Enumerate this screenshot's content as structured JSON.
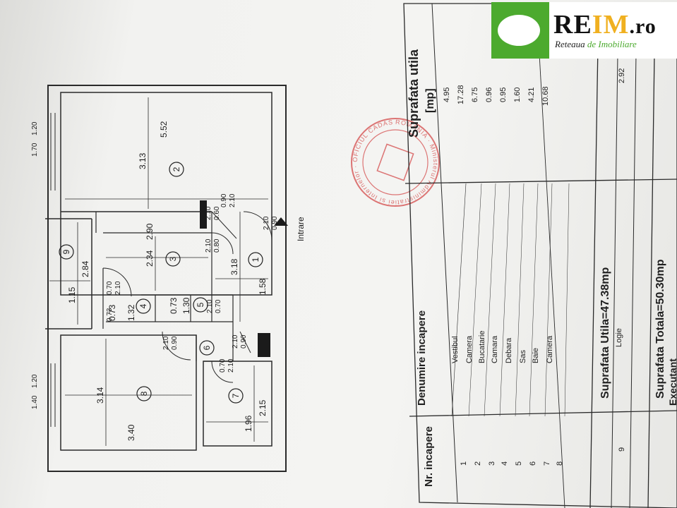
{
  "logo": {
    "brand_re": "RE",
    "brand_im": "IM",
    "brand_tld": ".ro",
    "tagline_1": "Reteaua ",
    "tagline_2": "de ",
    "tagline_3": "Imobiliare",
    "color_green": "#4caa2e",
    "color_gold": "#f0b020"
  },
  "plan": {
    "entrance_label": "Intrare",
    "rooms": [
      "1",
      "2",
      "3",
      "4",
      "5",
      "6",
      "7",
      "8",
      "9"
    ],
    "dims": {
      "r2_w": "5.52",
      "r2_d": "3.13",
      "r3_w": "2.90",
      "r3_d": "2.34",
      "r1_w": "3.18",
      "r1_d": "1.58",
      "r9_w": "2.84",
      "r9_d": "1.15",
      "r4_w": "1.32",
      "r4_d": "0.73",
      "r5_w": "1.30",
      "r5_d": "0.73",
      "r8_w": "3.40",
      "r8_d": "3.14",
      "r7_w": "2.15",
      "r7_d": "1.96"
    },
    "windows": [
      {
        "top": "1.70",
        "bottom": "1.20"
      },
      {
        "top": "1.40",
        "bottom": "1.20"
      }
    ],
    "doors": [
      {
        "w": "0.90",
        "h": "2.10"
      },
      {
        "w": "2.10",
        "h": "0.90"
      },
      {
        "w": "2.10",
        "h": "0.80"
      },
      {
        "w": "0.70",
        "h": "2.10"
      },
      {
        "w": "2.10",
        "h": "0.70"
      },
      {
        "w": "2.10",
        "h": "0.90"
      },
      {
        "w": "2.10",
        "h": "0.90"
      },
      {
        "w": "0.70",
        "h": "2.10"
      },
      {
        "w": "0.73",
        "h": ""
      },
      {
        "w": "2.10",
        "h": "0.60"
      }
    ]
  },
  "stamp": {
    "ring_text": "ROMANIA · Ministerul Administratiei si Internelor · OFICIUL CADASTRU",
    "color": "#d44a4a"
  },
  "table": {
    "header_nr": "Nr. incapere",
    "header_name": "Denumire incapere",
    "header_area": "Suprafata utila",
    "header_unit": "[mp]",
    "rows": [
      {
        "nr": "1",
        "name": "Vestibul",
        "area": "4.95"
      },
      {
        "nr": "2",
        "name": "Camera",
        "area": "17.28"
      },
      {
        "nr": "3",
        "name": "Bucatarie",
        "area": "6.75"
      },
      {
        "nr": "4",
        "name": "Camara",
        "area": "0.96"
      },
      {
        "nr": "5",
        "name": "Debara",
        "area": "0.95"
      },
      {
        "nr": "6",
        "name": "Sas",
        "area": "1.60"
      },
      {
        "nr": "7",
        "name": "Baie",
        "area": "4.21"
      },
      {
        "nr": "8",
        "name": "Camera",
        "area": "10.68"
      }
    ],
    "useful_total": "Suprafata  Utila=47.38mp",
    "loggia": {
      "nr": "9",
      "name": "Logie",
      "area": "2.92"
    },
    "grand_total": "Suprafata  Totala=50.30mp",
    "footer": "Executant"
  }
}
